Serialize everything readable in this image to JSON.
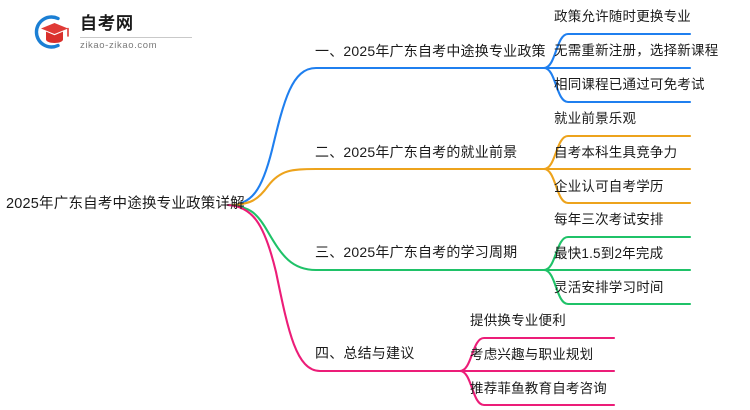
{
  "logo": {
    "title": "自考网",
    "domain": "zikao-zikao.com",
    "mark_icon": "graduation-cap-icon",
    "arc_color": "#1b7fd4",
    "cap_color": "#e03a36"
  },
  "mindmap": {
    "root": {
      "label": "2025年广东自考中途换专业政策详解"
    },
    "branches": [
      {
        "label": "一、2025年广东自考中途换专业政策",
        "color": "#1f7fef",
        "leaves": [
          "政策允许随时更换专业",
          "无需重新注册，选择新课程",
          "相同课程已通过可免考试"
        ]
      },
      {
        "label": "二、2025年广东自考的就业前景",
        "color": "#eda31c",
        "leaves": [
          "就业前景乐观",
          "自考本科生具竞争力",
          "企业认可自考学历"
        ]
      },
      {
        "label": "三、2025年广东自考的学习周期",
        "color": "#1fc268",
        "leaves": [
          "每年三次考试安排",
          "最快1.5到2年完成",
          "灵活安排学习时间"
        ]
      },
      {
        "label": "四、总结与建议",
        "color": "#ec1d78",
        "leaves": [
          "提供换专业便利",
          "考虑兴趣与职业规划",
          "推荐菲鱼教育自考咨询"
        ]
      }
    ]
  }
}
